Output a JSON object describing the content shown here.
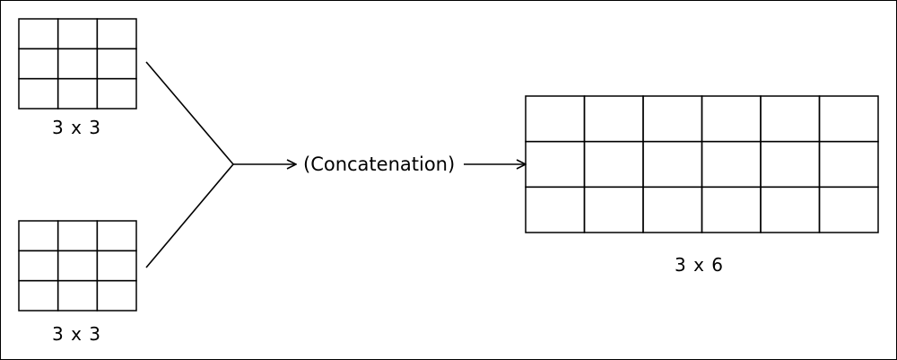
{
  "inputs": [
    {
      "label": "3 x 3",
      "rows": 3,
      "cols": 3
    },
    {
      "label": "3 x 3",
      "rows": 3,
      "cols": 3
    }
  ],
  "operation": {
    "label": "(Concatenation)"
  },
  "output": {
    "label": "3 x 6",
    "rows": 3,
    "cols": 6
  },
  "colors": {
    "stroke": "#000000",
    "background": "#ffffff"
  }
}
